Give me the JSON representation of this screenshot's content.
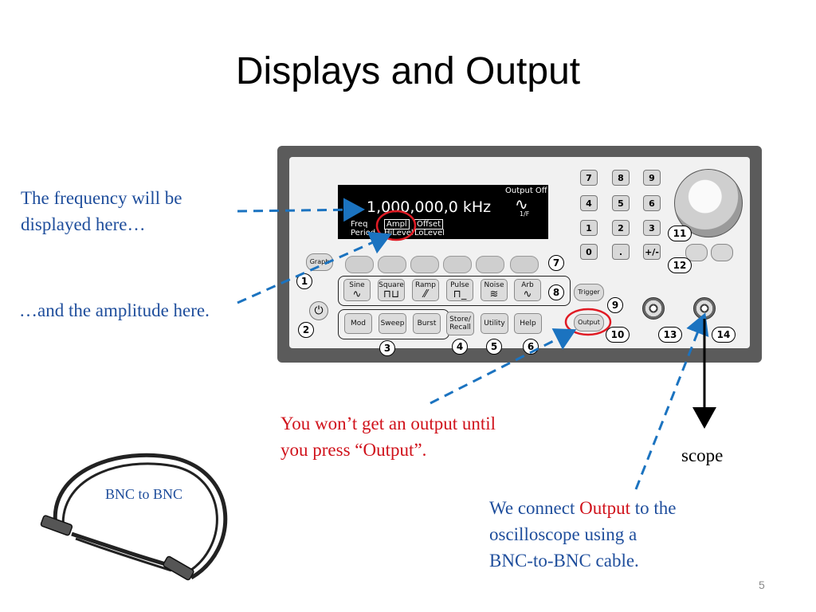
{
  "slide": {
    "title": "Displays and Output",
    "page_number": "5"
  },
  "annotations": {
    "frequency_line1": "The frequency will be",
    "frequency_line2": "displayed here…",
    "amplitude": "…and the amplitude here.",
    "output_line1": "You won’t get an output until",
    "output_line2": "you press “Output”.",
    "scope": "scope",
    "connect_pre": "We connect ",
    "connect_output": "Output",
    "connect_post": " to the",
    "connect_line2": "oscilloscope using a",
    "connect_line3": "BNC-to-BNC cable.",
    "cable_label": "BNC to BNC"
  },
  "display": {
    "status": "Output Off",
    "reading": "1,000,000,0 kHz",
    "period_label": "1/F",
    "soft_top": [
      "Freq",
      "Ampl",
      "Offset"
    ],
    "soft_bottom": [
      "Period",
      "HiLevel",
      "LoLevel"
    ]
  },
  "buttons": {
    "graph": "Graph",
    "waveforms": [
      "Sine",
      "Square",
      "Ramp",
      "Pulse",
      "Noise",
      "Arb"
    ],
    "modes": [
      "Mod",
      "Sweep",
      "Burst"
    ],
    "utilities": [
      "Store/\nRecall",
      "Utility",
      "Help"
    ],
    "trigger": "Trigger",
    "output": "Output",
    "keypad": [
      "7",
      "8",
      "9",
      "4",
      "5",
      "6",
      "1",
      "2",
      "3",
      "0",
      ".",
      "+/-"
    ]
  },
  "callouts": [
    "1",
    "2",
    "3",
    "4",
    "5",
    "6",
    "7",
    "8",
    "9",
    "10",
    "11",
    "12",
    "13",
    "14"
  ],
  "colors": {
    "annotation_blue": "#1f4e9c",
    "annotation_red": "#d0121b",
    "arrow_blue": "#1b73c0"
  },
  "icons": {
    "power": "power-icon",
    "wave_sine": "sine-wave-icon",
    "wave_square": "square-wave-icon",
    "wave_ramp": "ramp-wave-icon",
    "wave_pulse": "pulse-wave-icon",
    "wave_noise": "noise-wave-icon",
    "wave_arb": "arb-wave-icon"
  }
}
